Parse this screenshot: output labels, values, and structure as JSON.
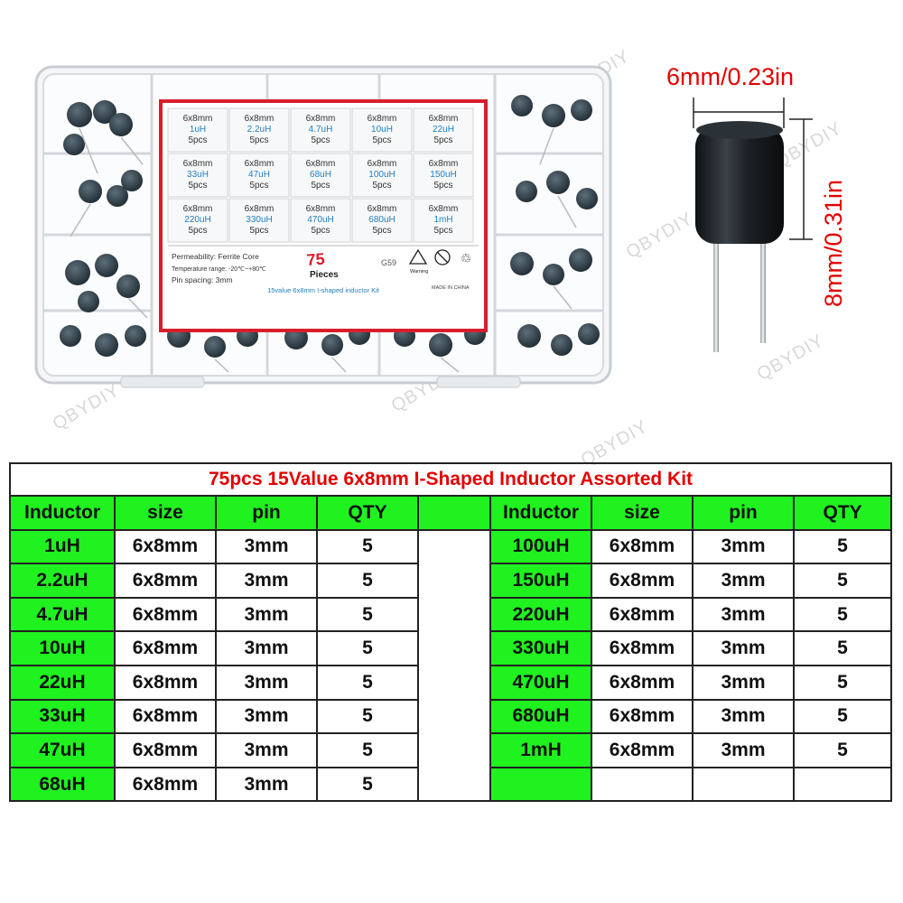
{
  "watermark": "QBYDIY",
  "box_label": {
    "cells": [
      {
        "size": "6x8mm",
        "value": "1uH",
        "qty": "5pcs"
      },
      {
        "size": "6x8mm",
        "value": "2.2uH",
        "qty": "5pcs"
      },
      {
        "size": "6x8mm",
        "value": "4.7uH",
        "qty": "5pcs"
      },
      {
        "size": "6x8mm",
        "value": "10uH",
        "qty": "5pcs"
      },
      {
        "size": "6x8mm",
        "value": "22uH",
        "qty": "5pcs"
      },
      {
        "size": "6x8mm",
        "value": "33uH",
        "qty": "5pcs"
      },
      {
        "size": "6x8mm",
        "value": "47uH",
        "qty": "5pcs"
      },
      {
        "size": "6x8mm",
        "value": "68uH",
        "qty": "5pcs"
      },
      {
        "size": "6x8mm",
        "value": "100uH",
        "qty": "5pcs"
      },
      {
        "size": "6x8mm",
        "value": "150uH",
        "qty": "5pcs"
      },
      {
        "size": "6x8mm",
        "value": "220uH",
        "qty": "5pcs"
      },
      {
        "size": "6x8mm",
        "value": "330uH",
        "qty": "5pcs"
      },
      {
        "size": "6x8mm",
        "value": "470uH",
        "qty": "5pcs"
      },
      {
        "size": "6x8mm",
        "value": "680uH",
        "qty": "5pcs"
      },
      {
        "size": "6x8mm",
        "value": "1mH",
        "qty": "5pcs"
      }
    ],
    "permeability": "Permeability: Ferrite Core",
    "temperature": "Temperature range: -20℃~+80℃",
    "pin_spacing": "Pin spacing: 3mm",
    "count": "75",
    "pieces": "Pieces",
    "model": "G59",
    "kit_name": "15value 6x8mm I-shaped inductor Kit",
    "warning": "Warning",
    "made_in": "MADE IN CHINA"
  },
  "dimensions": {
    "width": "6mm/0.23in",
    "height": "8mm/0.31in"
  },
  "colors": {
    "title_red": "#e30000",
    "header_green": "#1ff21f",
    "label_red": "#d81e2c",
    "value_blue": "#1f7fc4"
  },
  "table": {
    "title": "75pcs 15Value 6x8mm I-Shaped Inductor Assorted Kit",
    "headers": [
      "Inductor",
      "size",
      "pin",
      "QTY"
    ],
    "left_rows": [
      [
        "1uH",
        "6x8mm",
        "3mm",
        "5"
      ],
      [
        "2.2uH",
        "6x8mm",
        "3mm",
        "5"
      ],
      [
        "4.7uH",
        "6x8mm",
        "3mm",
        "5"
      ],
      [
        "10uH",
        "6x8mm",
        "3mm",
        "5"
      ],
      [
        "22uH",
        "6x8mm",
        "3mm",
        "5"
      ],
      [
        "33uH",
        "6x8mm",
        "3mm",
        "5"
      ],
      [
        "47uH",
        "6x8mm",
        "3mm",
        "5"
      ],
      [
        "68uH",
        "6x8mm",
        "3mm",
        "5"
      ]
    ],
    "right_rows": [
      [
        "100uH",
        "6x8mm",
        "3mm",
        "5"
      ],
      [
        "150uH",
        "6x8mm",
        "3mm",
        "5"
      ],
      [
        "220uH",
        "6x8mm",
        "3mm",
        "5"
      ],
      [
        "330uH",
        "6x8mm",
        "3mm",
        "5"
      ],
      [
        "470uH",
        "6x8mm",
        "3mm",
        "5"
      ],
      [
        "680uH",
        "6x8mm",
        "3mm",
        "5"
      ],
      [
        "1mH",
        "6x8mm",
        "3mm",
        "5"
      ],
      [
        "",
        "",
        "",
        ""
      ]
    ]
  }
}
